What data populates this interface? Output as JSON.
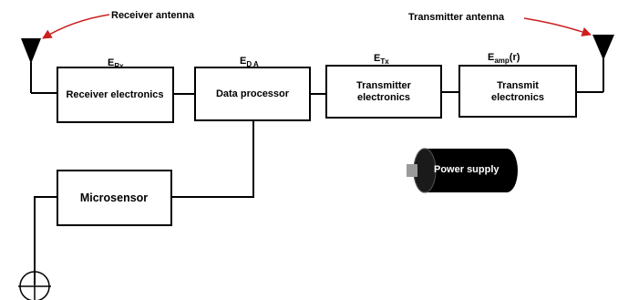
{
  "antennas": {
    "receiver_label": "Receiver antenna",
    "transmitter_label": "Transmitter antenna"
  },
  "blocks": {
    "receiver_electronics": "Receiver electronics",
    "data_processor": "Data processor",
    "transmitter_electronics_line1": "Transmitter",
    "transmitter_electronics_line2": "electronics",
    "transmit_electronics_line1": "Transmit",
    "transmit_electronics_line2": "electronics",
    "microsensor": "Microsensor",
    "power_supply": "Power supply"
  },
  "energy_labels": {
    "rx_base": "E",
    "rx_sub": "Rx",
    "da_base": "E",
    "da_sub": "D A",
    "tx_base": "E",
    "tx_sub": "Tx",
    "amp_base": "E",
    "amp_sub": "amp",
    "amp_suffix": "(r)"
  },
  "colors": {
    "arrow": "#cc1f1f",
    "line": "#000000",
    "power_supply_body": "#000000"
  }
}
